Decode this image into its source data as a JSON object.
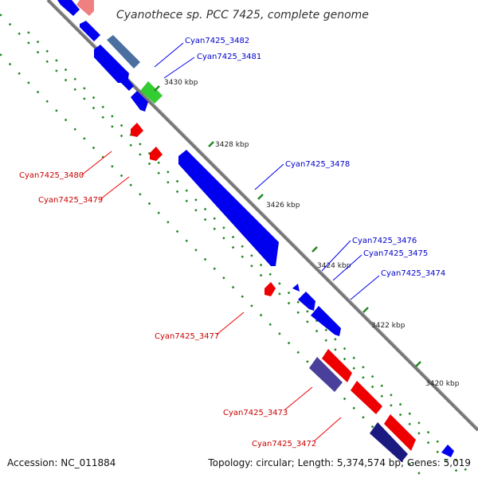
{
  "title": "Cyanothece sp. PCC 7425, complete genome",
  "footer": {
    "accession": "Accession: NC_011884",
    "summary": "Topology: circular; Length: 5,374,574 bp; Genes: 5,019"
  },
  "ticks": [
    "3430 kbp",
    "3428 kbp",
    "3426 kbp",
    "3424 kbp",
    "3422 kbp",
    "3420 kbp"
  ],
  "genes_forward": [
    {
      "name": "Cyan7425_3482",
      "color": "#0000cc"
    },
    {
      "name": "Cyan7425_3481",
      "color": "#0000cc"
    },
    {
      "name": "Cyan7425_3478",
      "color": "#0000cc"
    },
    {
      "name": "Cyan7425_3476",
      "color": "#0000cc"
    },
    {
      "name": "Cyan7425_3475",
      "color": "#0000cc"
    },
    {
      "name": "Cyan7425_3474",
      "color": "#0000cc"
    }
  ],
  "genes_reverse": [
    {
      "name": "Cyan7425_3480",
      "color": "#cc0000"
    },
    {
      "name": "Cyan7425_3479",
      "color": "#cc0000"
    },
    {
      "name": "Cyan7425_3477",
      "color": "#cc0000"
    },
    {
      "name": "Cyan7425_3473",
      "color": "#cc0000"
    },
    {
      "name": "Cyan7425_3472",
      "color": "#cc0000"
    }
  ],
  "colors": {
    "forward_cds": "#0000ee",
    "reverse_cds": "#ee0000",
    "rna": "#33cc33",
    "other": "#4444aa",
    "backbone": "#777777",
    "gc_dots": "#228822"
  }
}
